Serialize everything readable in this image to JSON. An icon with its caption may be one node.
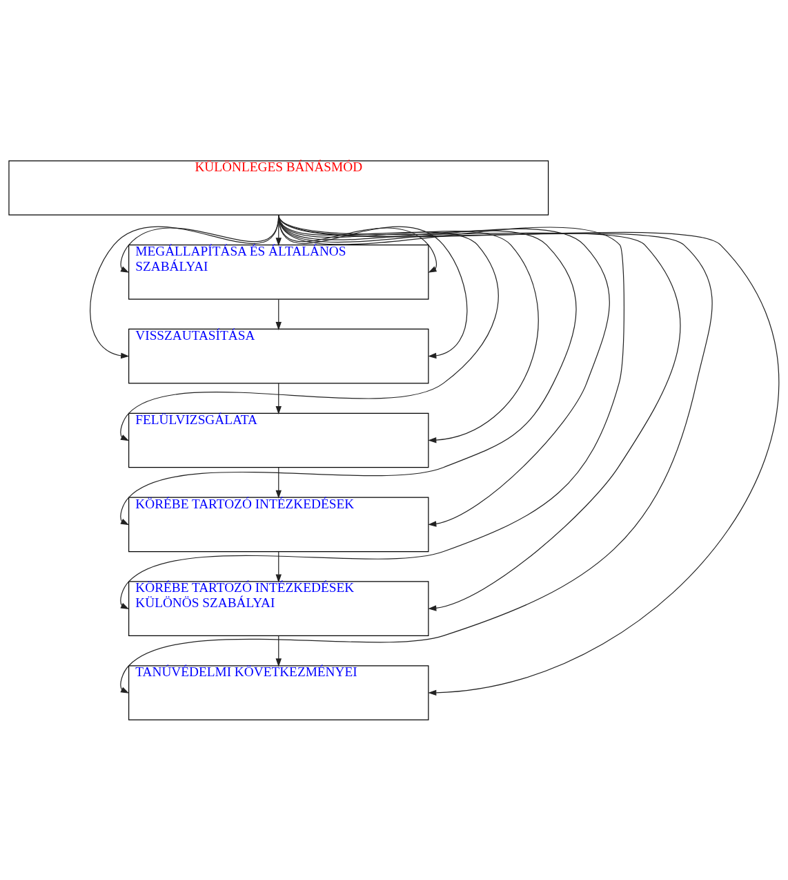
{
  "diagram": {
    "nodes": [
      {
        "text": [
          "KÜLÖNLEGES BÁNÁSMÓD"
        ]
      },
      {
        "text": [
          "MEGÁLLAPÍTÁSA ÉS ÁLTALÁNOS SZABÁLYAI"
        ]
      },
      {
        "text": [
          "VISSZAUTASÍTÁSA"
        ]
      },
      {
        "text": [
          "FELÜLVIZSGÁLATA"
        ]
      },
      {
        "text": [
          "KÖRÉBE TARTOZÓ INTÉZKEDÉSEK"
        ]
      },
      {
        "text": [
          "KÖRÉBE TARTOZÓ INTÉZKEDÉSEK KÜLÖNÖS SZABÁLYAI"
        ]
      },
      {
        "text": [
          "TANÚVÉDELMI KÖVETKEZMÉNYEI"
        ]
      }
    ],
    "edges": [
      {
        "from": 0,
        "to": 1,
        "arrow": "to"
      },
      {
        "from": 0,
        "to": 1,
        "arrow": "to"
      },
      {
        "from": 0,
        "to": 1,
        "arrow": "to"
      },
      {
        "from": 1,
        "to": 2,
        "arrow": "to"
      },
      {
        "from": 0,
        "to": 2,
        "arrow": "to"
      },
      {
        "from": 0,
        "to": 2,
        "arrow": "to"
      },
      {
        "from": 2,
        "to": 3,
        "arrow": "to"
      },
      {
        "from": 0,
        "to": 3,
        "arrow": "to"
      },
      {
        "from": 0,
        "to": 3,
        "arrow": "to"
      },
      {
        "from": 3,
        "to": 4,
        "arrow": "to"
      },
      {
        "from": 0,
        "to": 4,
        "arrow": "to"
      },
      {
        "from": 0,
        "to": 4,
        "arrow": "to"
      },
      {
        "from": 4,
        "to": 5,
        "arrow": "to"
      },
      {
        "from": 0,
        "to": 5,
        "arrow": "to"
      },
      {
        "from": 0,
        "to": 5,
        "arrow": "to"
      },
      {
        "from": 5,
        "to": 6,
        "arrow": "to"
      },
      {
        "from": 0,
        "to": 6,
        "arrow": "to"
      },
      {
        "from": 0,
        "to": 6,
        "arrow": "to"
      }
    ]
  }
}
